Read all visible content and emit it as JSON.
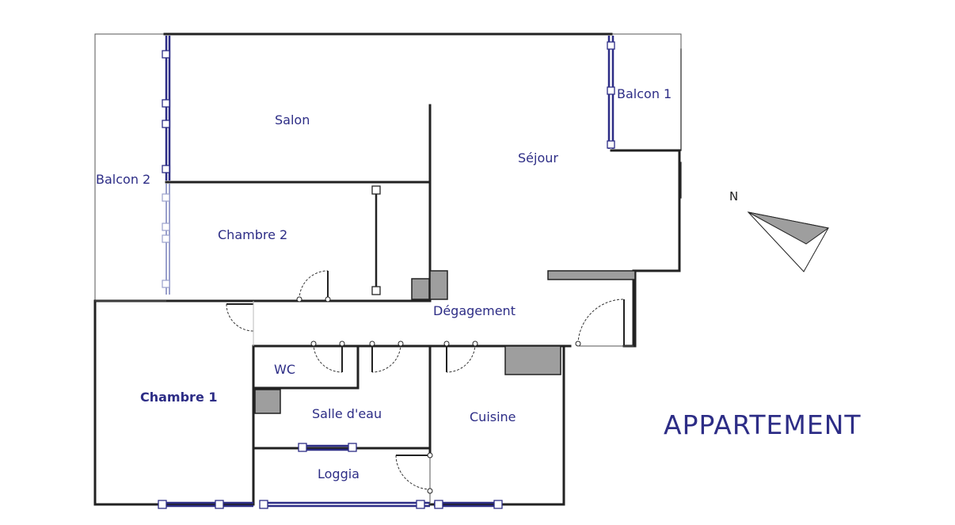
{
  "plan": {
    "title": "APPARTEMENT",
    "north_label": "N",
    "rooms": {
      "salon": "Salon",
      "sejour": "Séjour",
      "balcon1": "Balcon  1",
      "balcon2": "Balcon  2",
      "chambre2": "Chambre 2",
      "degagement": "Dégagement",
      "chambre1": "Chambre 1",
      "wc": "WC",
      "salle_eau": "Salle d'eau",
      "cuisine": "Cuisine",
      "loggia": "Loggia"
    },
    "colors": {
      "label": "#2d2d86",
      "wall": "#222222",
      "window": "#2d2d86",
      "fill_block": "#9e9e9e"
    }
  }
}
